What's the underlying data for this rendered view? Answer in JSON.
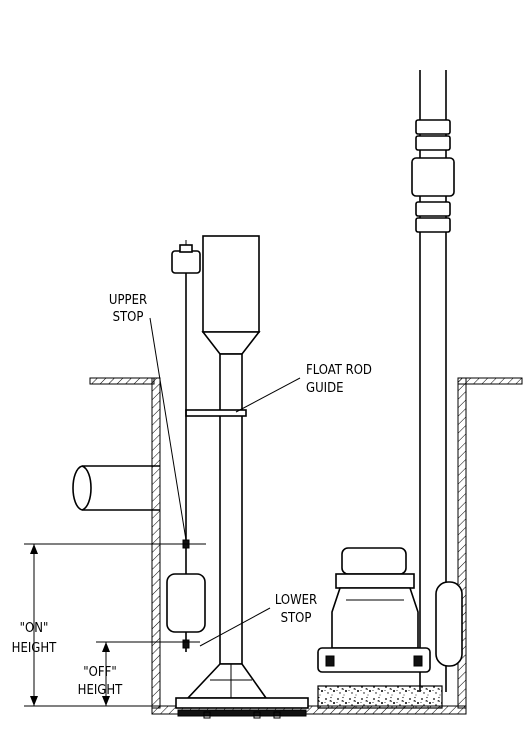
{
  "labels": {
    "upper_stop": [
      "UPPER",
      "STOP"
    ],
    "float_rod_guide": [
      "FLOAT ROD",
      "GUIDE"
    ],
    "lower_stop": [
      "LOWER",
      "STOP"
    ],
    "on_height": [
      "\"ON\"",
      "HEIGHT"
    ],
    "off_height": [
      "\"OFF\"",
      "HEIGHT"
    ]
  },
  "colors": {
    "ink": "#000000",
    "paper": "#ffffff"
  }
}
